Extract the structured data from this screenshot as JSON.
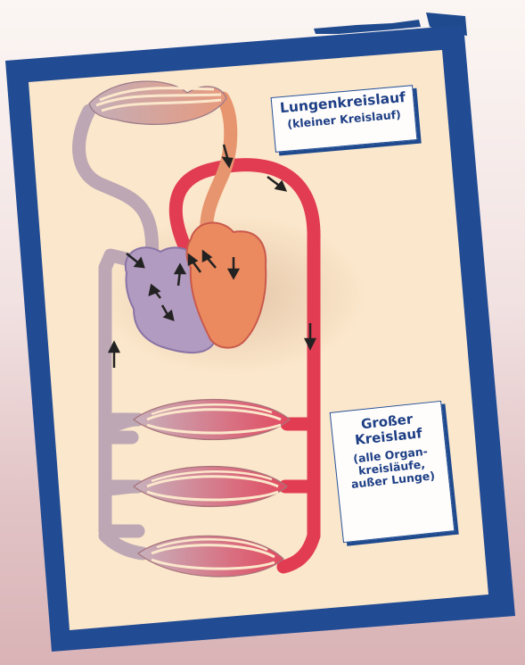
{
  "labels": {
    "pulmonary_title": "Lungenkreislauf",
    "pulmonary_subtitle": "(kleiner Kreislauf)",
    "systemic_title": "Großer\nKreislauf",
    "systemic_subtitle": "(alle Organ-\nkreisläufe,\naußer Lunge)"
  },
  "colors": {
    "frame": "#214b93",
    "paper": "#fbe7cb",
    "arterial": "#e23c52",
    "venous": "#bda7b4",
    "right_heart": "#b29bc0",
    "left_heart": "#eb8a5f",
    "arrow": "#222222"
  }
}
